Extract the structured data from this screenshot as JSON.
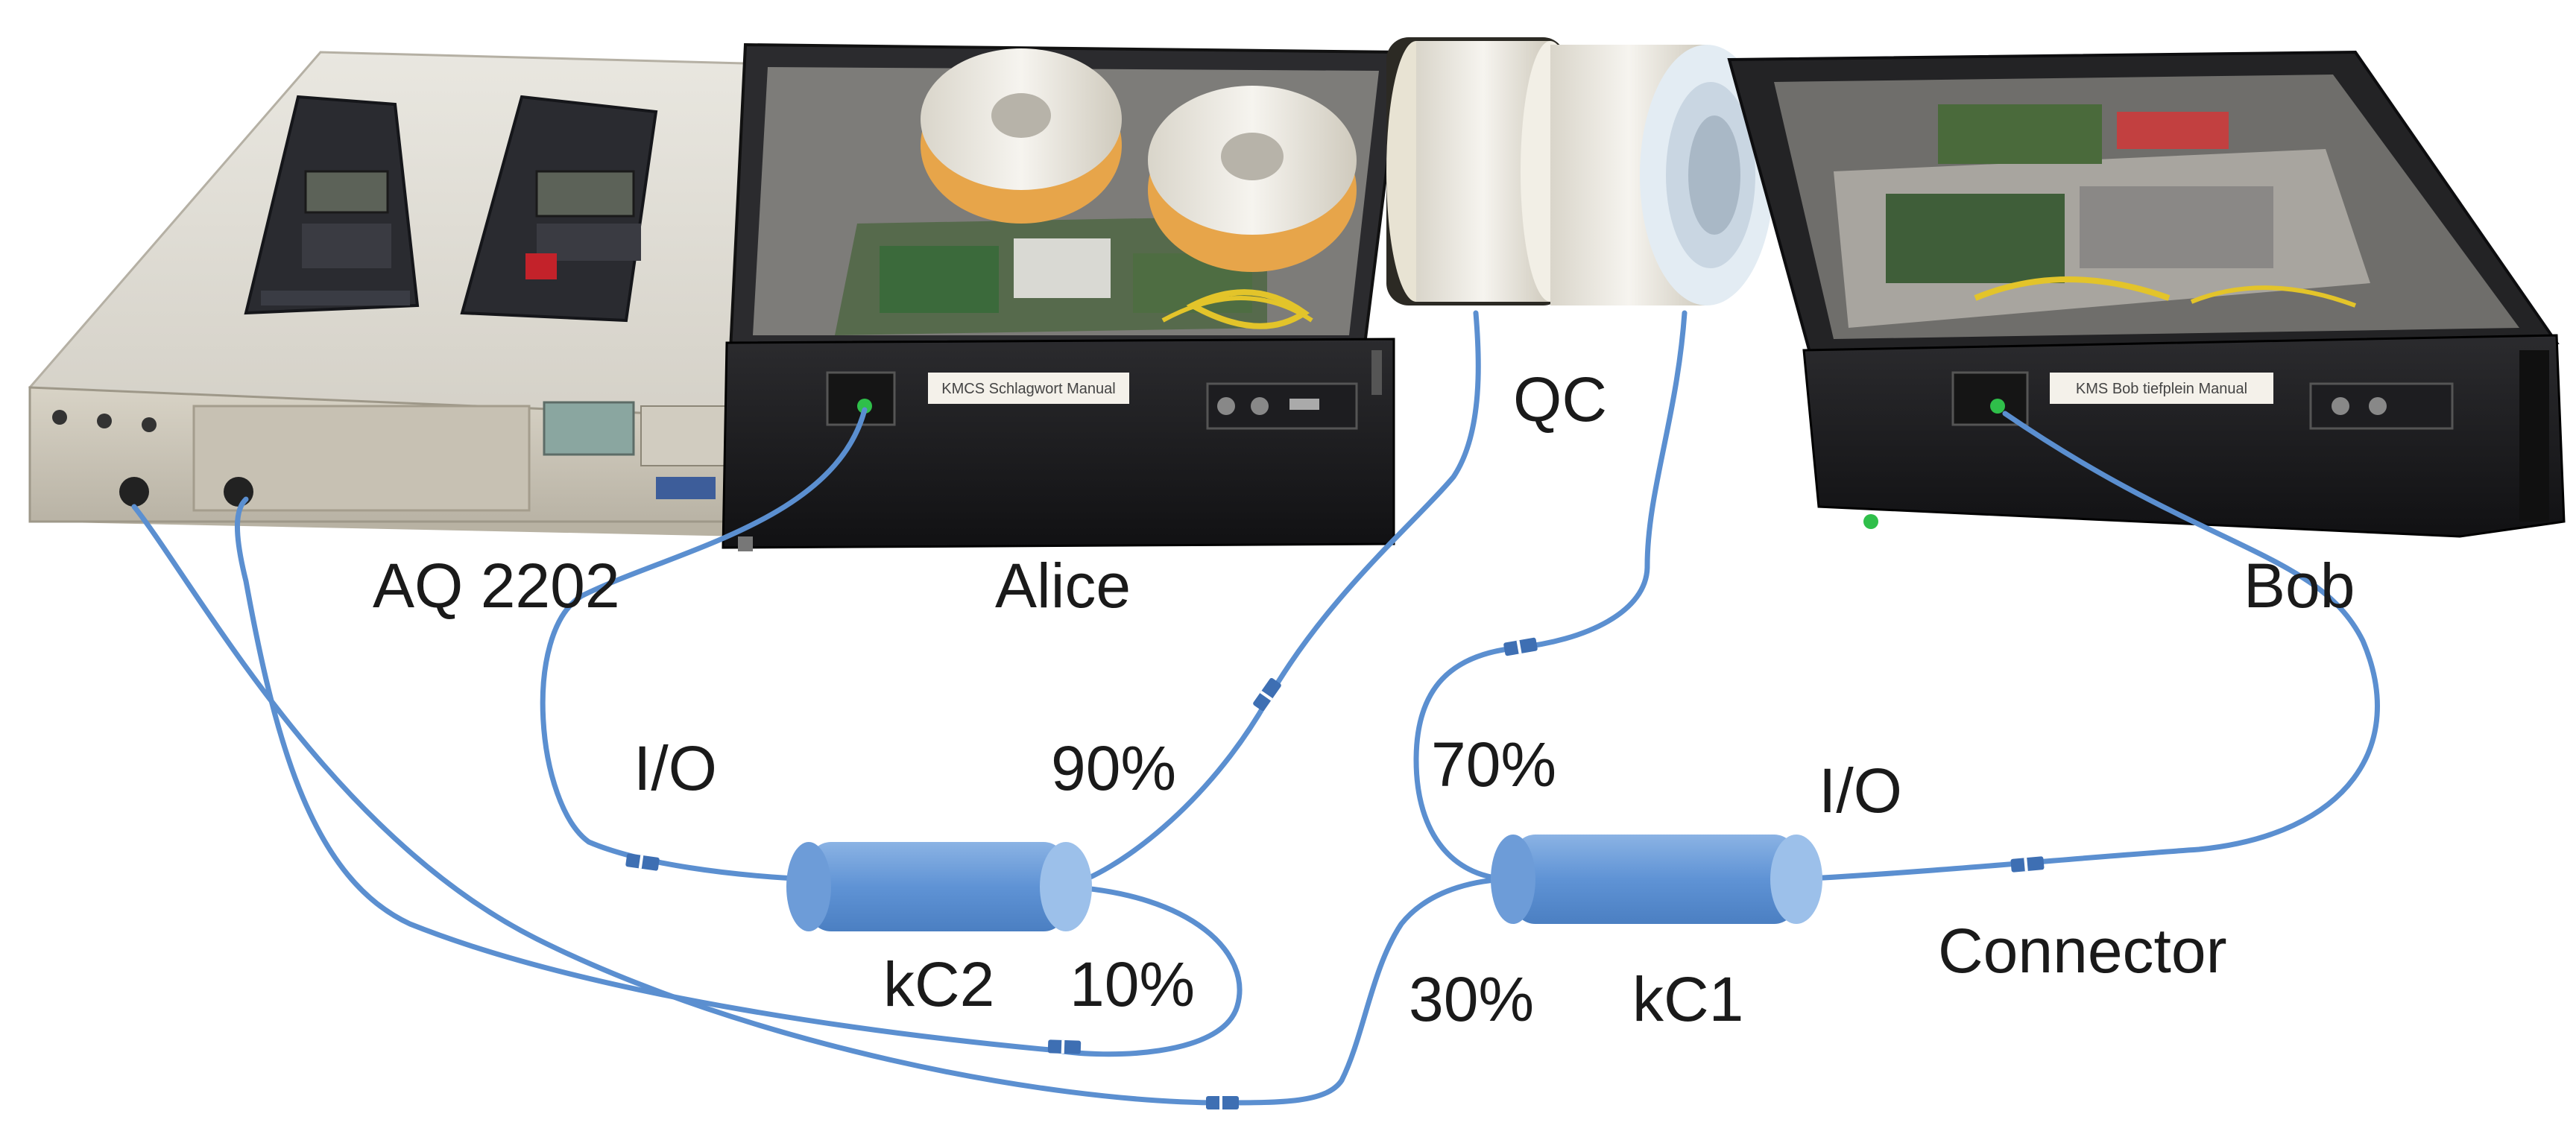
{
  "labels": {
    "aq2202": "AQ 2202",
    "alice": "Alice",
    "bob": "Bob",
    "qc": "QC",
    "io_left": "I/O",
    "io_right": "I/O",
    "pct_90": "90%",
    "pct_10": "10%",
    "pct_70": "70%",
    "pct_30": "30%",
    "kc2": "kC2",
    "kc1": "kC1",
    "connector": "Connector"
  },
  "device_labels": {
    "alice_panel_label": "KMCS Schlagwort Manual",
    "bob_panel_label": "KMS Bob tiefplein Manual"
  },
  "colors": {
    "fiber": "#5b8fd0",
    "coupler": "#6a9bd8",
    "background": "#ffffff"
  }
}
